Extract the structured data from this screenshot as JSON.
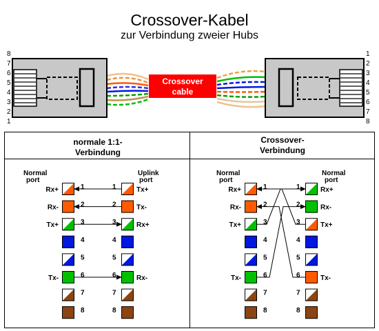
{
  "title": "Crossover-Kabel",
  "subtitle": "zur Verbindung zweier Hubs",
  "cable_label_1": "Crossover",
  "cable_label_2": "cable",
  "plug_pins_left": [
    "8",
    "7",
    "6",
    "5",
    "4",
    "3",
    "2",
    "1"
  ],
  "plug_pins_right": [
    "1",
    "2",
    "3",
    "4",
    "5",
    "6",
    "7",
    "8"
  ],
  "colors": {
    "orange": "#ff5a00",
    "green": "#00c000",
    "blue": "#0018e0",
    "brown": "#8b4513",
    "cable_red": "#ff0000",
    "plug_gray": "#c8c8c8"
  },
  "pin_colors": {
    "1": "orange-white",
    "2": "orange",
    "3": "green-white",
    "4": "blue",
    "5": "blue-white",
    "6": "green",
    "7": "brown-white",
    "8": "brown"
  },
  "normal": {
    "heading_1": "normale 1:1-",
    "heading_2": "Verbindung",
    "left_port_1": "Normal",
    "left_port_2": "port",
    "right_port_1": "Uplink",
    "right_port_2": "port",
    "left_labels": [
      "Rx+",
      "Rx-",
      "Tx+",
      "",
      "",
      "Tx-",
      "",
      ""
    ],
    "right_labels": [
      "Tx+",
      "Tx-",
      "Rx+",
      "",
      "",
      "Rx-",
      "",
      ""
    ],
    "pins": [
      "1",
      "2",
      "3",
      "4",
      "5",
      "6",
      "7",
      "8"
    ]
  },
  "crossover": {
    "heading_1": "Crossover-",
    "heading_2": "Verbindung",
    "left_port_1": "Normal",
    "left_port_2": "port",
    "right_port_1": "Normal",
    "right_port_2": "port",
    "left_labels": [
      "Rx+",
      "Rx-",
      "Tx+",
      "",
      "",
      "Tx-",
      "",
      ""
    ],
    "right_labels": [
      "Rx+",
      "Rx-",
      "Tx+",
      "",
      "",
      "Tx-",
      "",
      ""
    ],
    "pins": [
      "1",
      "2",
      "3",
      "4",
      "5",
      "6",
      "7",
      "8"
    ],
    "right_pin_colors": {
      "1": "green-white",
      "2": "green",
      "3": "orange-white",
      "4": "blue",
      "5": "blue-white",
      "6": "orange",
      "7": "brown-white",
      "8": "brown"
    }
  }
}
